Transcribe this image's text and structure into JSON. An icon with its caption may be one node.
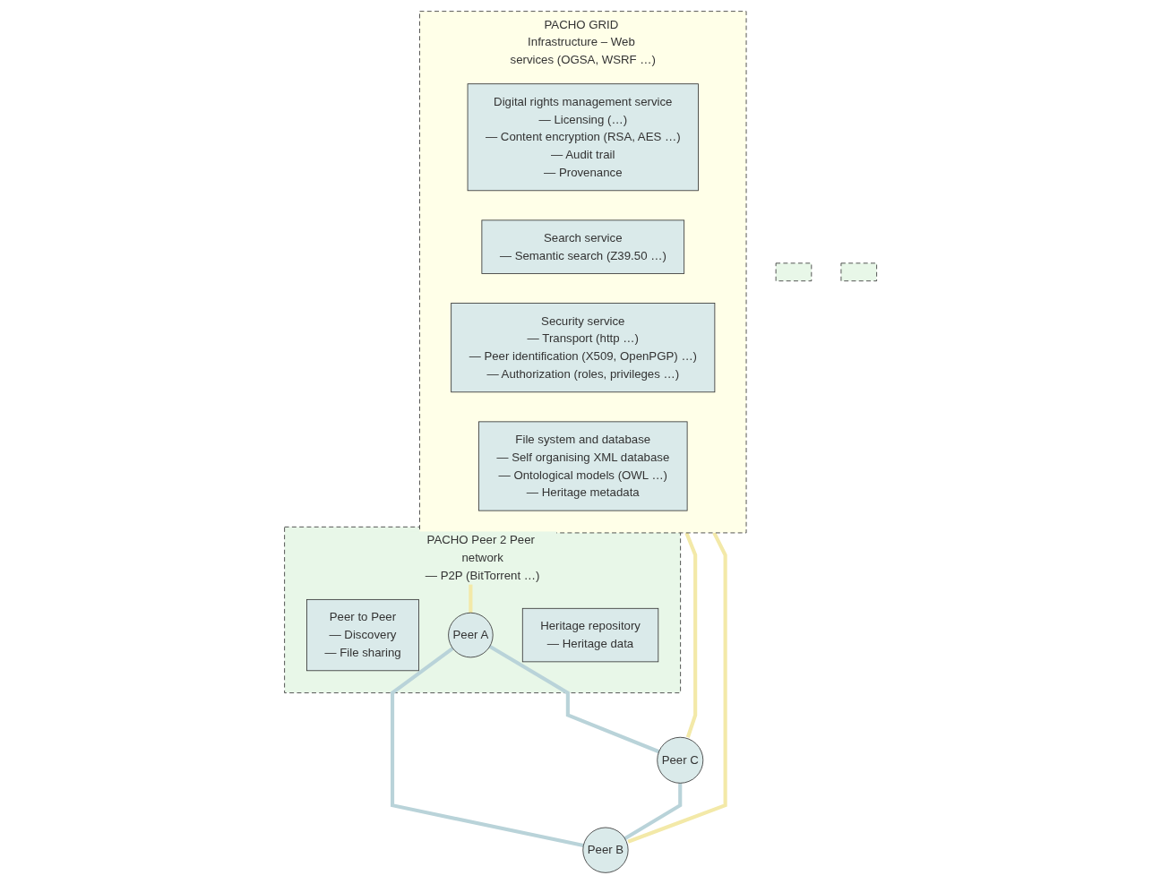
{
  "diagram": {
    "nodes": [
      {
        "text": [
          "PACHO GRID Infrastructure – Web services (OGSA, WSRF …)"
        ]
      },
      {
        "text": [
          "Digital rights management service",
          "— Licensing (…)",
          "— Content encryption (RSA, AES …)",
          "— Audit trail",
          "— Provenance"
        ],
        "in": 0
      },
      {
        "text": [
          "Search service",
          "— Semantic search (Z39.50 …)"
        ],
        "in": 0
      },
      {
        "text": [
          "Security service",
          "— Transport (http …)",
          "— Peer identification (X509, OpenPGP) …)",
          "— Authorization (roles, privileges …)"
        ],
        "in": 0
      },
      {
        "text": [
          "File system and database",
          "— Self organising XML database",
          "— Ontological models (OWL …)",
          "— Heritage metadata"
        ],
        "in": 0
      },
      {
        "text": [
          "PACHO Peer 2 Peer network",
          "— P2P (BitTorrent …)"
        ]
      },
      {
        "text": [
          "Peer A"
        ],
        "in": 5
      },
      {
        "text": [
          "Peer to Peer",
          "— Discovery",
          "— File sharing"
        ],
        "in": 5
      },
      {
        "text": [
          "Heritage repository",
          "— Heritage data"
        ],
        "in": 5
      },
      {
        "text": [],
        "shape": "box"
      },
      {
        "text": [],
        "shape": "box"
      },
      {
        "text": [
          "Peer C"
        ]
      },
      {
        "text": [
          "Peer B"
        ]
      }
    ],
    "edges": [
      {
        "from": 0,
        "to": 11,
        "arrow": "none",
        "color": "#f3e9a8"
      },
      {
        "from": 0,
        "to": 6,
        "arrow": "none",
        "color": "#f3e9a8"
      },
      {
        "from": 0,
        "to": 12,
        "arrow": "none",
        "color": "#f3e9a8"
      },
      {
        "from": 6,
        "to": 11,
        "arrow": "none",
        "color": "#b9d3d9"
      },
      {
        "from": 6,
        "to": 12,
        "arrow": "none",
        "color": "#b9d3d9"
      },
      {
        "from": 11,
        "to": 12,
        "arrow": "none",
        "color": "#b9d3d9"
      }
    ]
  }
}
